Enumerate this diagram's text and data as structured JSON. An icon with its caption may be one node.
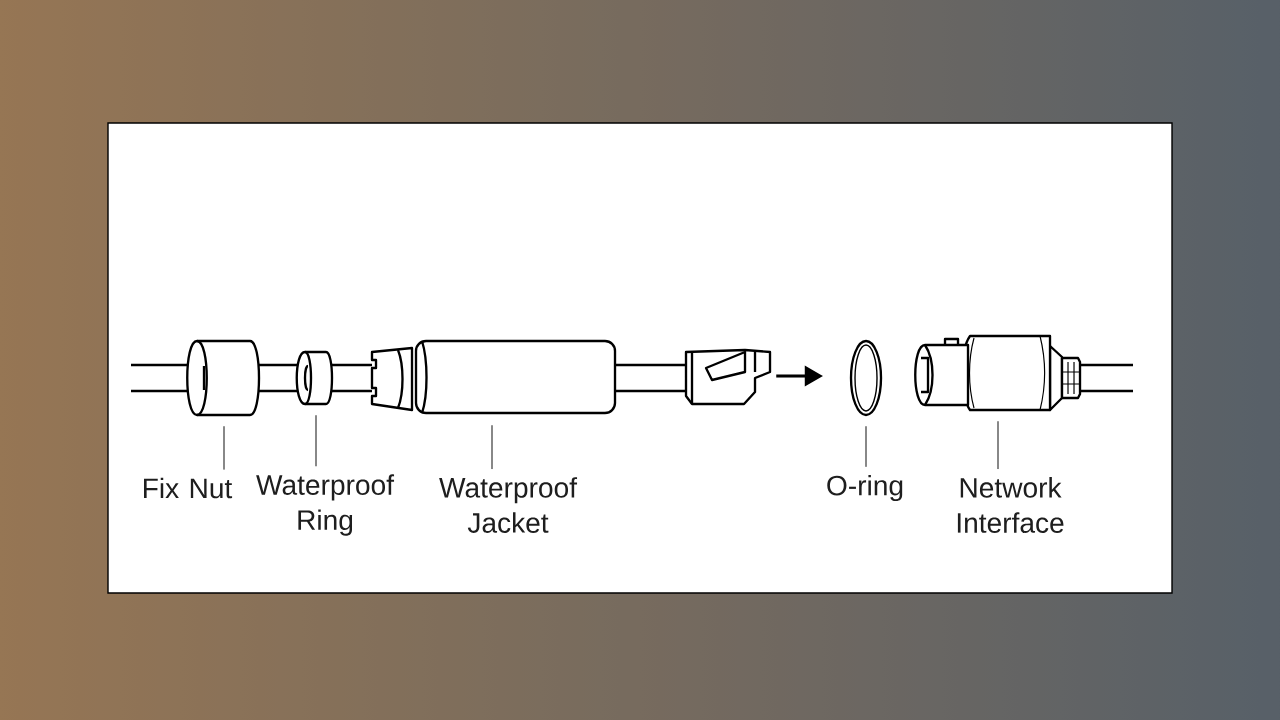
{
  "diagram": {
    "nodes": [
      {
        "text": [
          "Fix Nut"
        ]
      },
      {
        "text": [
          "Waterproof Ring"
        ]
      },
      {
        "text": [
          "Waterproof Jacket"
        ]
      },
      {
        "text": [
          "O-ring"
        ]
      },
      {
        "text": [
          "Network Interface"
        ]
      },
      {
        "text": [],
        "shape": "picture"
      },
      {
        "text": [],
        "shape": "picture"
      },
      {
        "text": [],
        "shape": "picture"
      },
      {
        "text": [],
        "shape": "picture"
      },
      {
        "text": [],
        "shape": "picture"
      },
      {
        "text": [],
        "shape": "picture"
      }
    ],
    "edges": [
      {
        "from": 0,
        "to": 5,
        "arrow": "none"
      },
      {
        "from": 1,
        "to": 6,
        "arrow": "none"
      },
      {
        "from": 2,
        "to": 7,
        "arrow": "none"
      },
      {
        "from": 3,
        "to": 9,
        "arrow": "none"
      },
      {
        "from": 4,
        "to": 10,
        "arrow": "none"
      },
      {
        "from": 8,
        "to": 9,
        "arrow": "to",
        "style": "thick"
      }
    ]
  }
}
